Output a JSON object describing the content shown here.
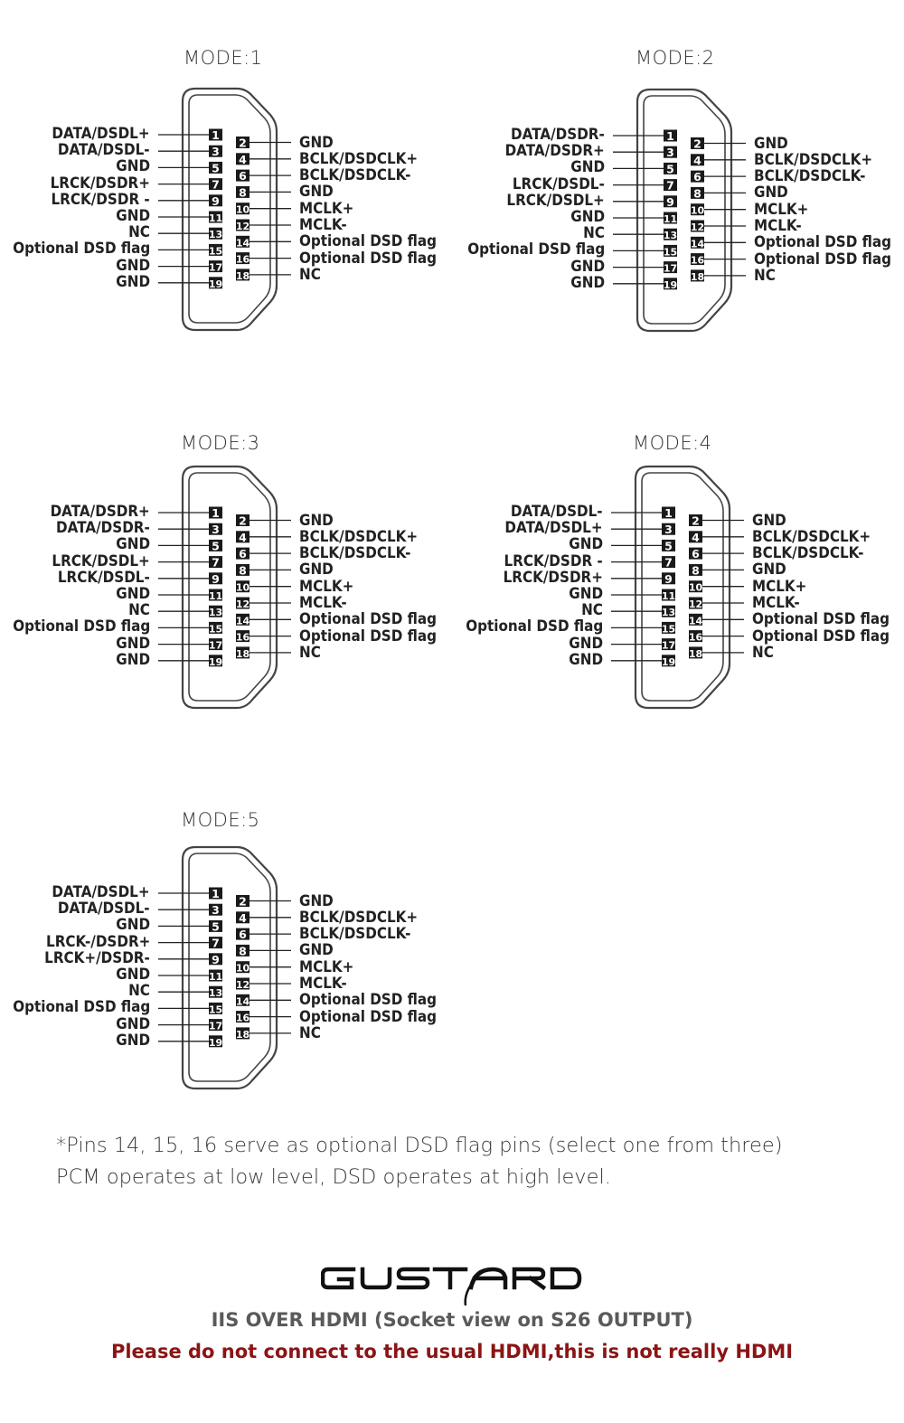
{
  "modes": [
    {
      "title": "MODE:1",
      "left": [
        "DATA/DSDL+",
        "DATA/DSDL-",
        "GND",
        "LRCK/DSDR+",
        "LRCK/DSDR -",
        "GND",
        "NC",
        "Optional DSD flag",
        "GND",
        "GND"
      ],
      "right": [
        "GND",
        "BCLK/DSDCLK+",
        "BCLK/DSDCLK-",
        "GND",
        "MCLK+",
        "MCLK-",
        "Optional DSD flag",
        "Optional DSD flag",
        "NC"
      ]
    },
    {
      "title": "MODE:2",
      "left": [
        "DATA/DSDR-",
        "DATA/DSDR+",
        "GND",
        "LRCK/DSDL-",
        "LRCK/DSDL+",
        "GND",
        "NC",
        "Optional DSD flag",
        "GND",
        "GND"
      ],
      "right": [
        "GND",
        "BCLK/DSDCLK+",
        "BCLK/DSDCLK-",
        "GND",
        "MCLK+",
        "MCLK-",
        "Optional DSD flag",
        "Optional DSD flag",
        "NC"
      ]
    },
    {
      "title": "MODE:3",
      "left": [
        "DATA/DSDR+",
        "DATA/DSDR-",
        "GND",
        "LRCK/DSDL+",
        "LRCK/DSDL-",
        "GND",
        "NC",
        "Optional DSD flag",
        "GND",
        "GND"
      ],
      "right": [
        "GND",
        "BCLK/DSDCLK+",
        "BCLK/DSDCLK-",
        "GND",
        "MCLK+",
        "MCLK-",
        "Optional DSD flag",
        "Optional DSD flag",
        "NC"
      ]
    },
    {
      "title": "MODE:4",
      "left": [
        "DATA/DSDL-",
        "DATA/DSDL+",
        "GND",
        "LRCK/DSDR -",
        "LRCK/DSDR+",
        "GND",
        "NC",
        "Optional DSD flag",
        "GND",
        "GND"
      ],
      "right": [
        "GND",
        "BCLK/DSDCLK+",
        "BCLK/DSDCLK-",
        "GND",
        "MCLK+",
        "MCLK-",
        "Optional DSD flag",
        "Optional DSD flag",
        "NC"
      ]
    },
    {
      "title": "MODE:5",
      "left": [
        "DATA/DSDL+",
        "DATA/DSDL-",
        "GND",
        "LRCK-/DSDR+",
        "LRCK+/DSDR-",
        "GND",
        "NC",
        "Optional DSD flag",
        "GND",
        "GND"
      ],
      "right": [
        "GND",
        "BCLK/DSDCLK+",
        "BCLK/DSDCLK-",
        "GND",
        "MCLK+",
        "MCLK-",
        "Optional DSD flag",
        "Optional DSD flag",
        "NC"
      ]
    }
  ],
  "pins_odd": [
    "1",
    "3",
    "5",
    "7",
    "9",
    "11",
    "13",
    "15",
    "17",
    "19"
  ],
  "pins_even": [
    "2",
    "4",
    "6",
    "8",
    "10",
    "12",
    "14",
    "16",
    "18"
  ],
  "notes": {
    "line1": "*Pins 14, 15, 16 serve as optional DSD flag pins (select one from three)",
    "line2": "PCM operates at low level, DSD operates at high level."
  },
  "logo": "GUSTARD",
  "caption": "IIS OVER HDMI (Socket view on S26 OUTPUT)",
  "warning": "Please do not connect to the usual HDMI,this is not really HDMI",
  "colors": {
    "caption": "#5a5a5a",
    "warning": "#8b1414",
    "pin_box": "#1a1a1a",
    "connector": "#444444"
  }
}
